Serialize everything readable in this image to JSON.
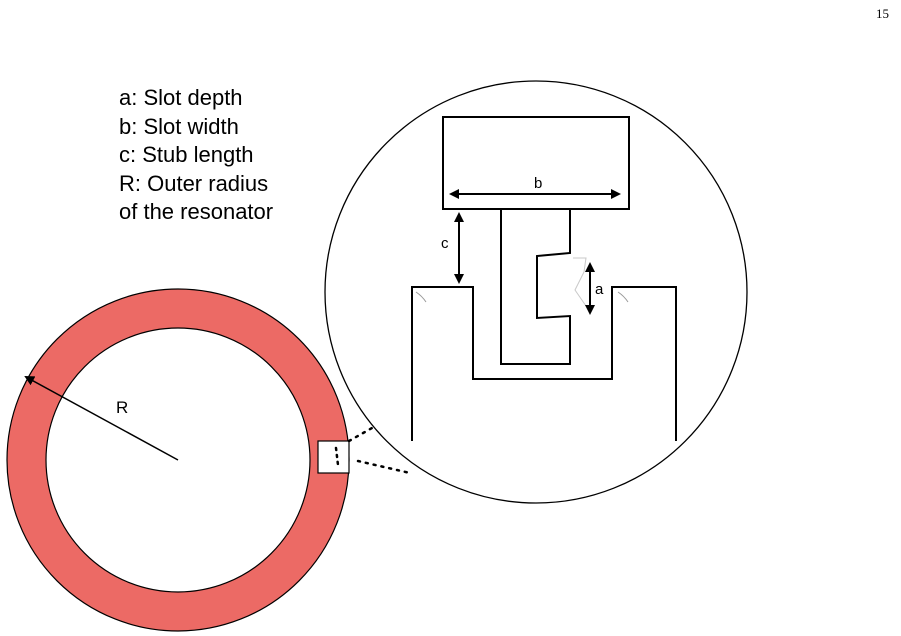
{
  "page_number": "15",
  "legend": {
    "lines": [
      "a: Slot depth",
      "b: Slot width",
      "c: Stub length",
      "R: Outer radius",
      "of the resonator"
    ]
  },
  "labels": {
    "a": "a",
    "b": "b",
    "c": "c",
    "R": "R"
  },
  "colors": {
    "ring_fill": "#EC6A65",
    "stroke": "#000000",
    "background": "#FFFFFF"
  }
}
